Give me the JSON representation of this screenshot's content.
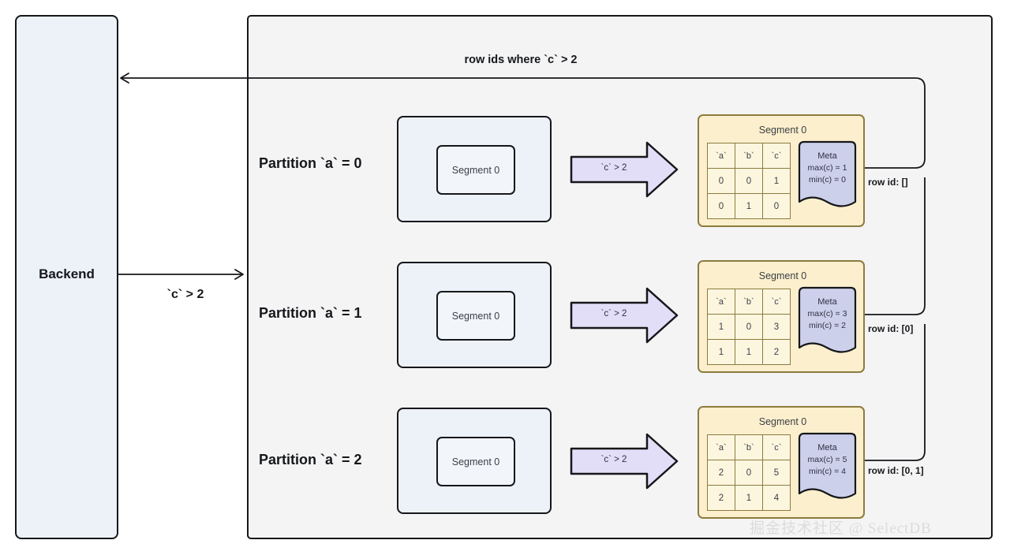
{
  "backend": {
    "label": "Backend"
  },
  "query": {
    "request_label": "`c` > 2",
    "response_label": "row ids where `c` > 2"
  },
  "watermark": "掘金技术社区 @ SelectDB",
  "colors": {
    "backend_fill": "#edf1f8",
    "container_fill": "#f4f4f5",
    "segment_fill": "#fcefcd",
    "segment_border": "#8c7b3e",
    "meta_fill": "#ccd0ea",
    "arrow_fill": "#e2def8",
    "stroke": "#15171a"
  },
  "table_headers": [
    "`a`",
    "`b`",
    "`c`"
  ],
  "partitions": [
    {
      "label": "Partition `a` = 0",
      "segment_box_label": "Segment 0",
      "filter_label": "`c` > 2",
      "card_title": "Segment 0",
      "rows": [
        [
          "0",
          "0",
          "1"
        ],
        [
          "0",
          "1",
          "0"
        ]
      ],
      "meta": {
        "title": "Meta",
        "max": "max(c) = 1",
        "min": "min(c) = 0"
      },
      "row_id": "row id: []"
    },
    {
      "label": "Partition `a` = 1",
      "segment_box_label": "Segment 0",
      "filter_label": "`c` > 2",
      "card_title": "Segment 0",
      "rows": [
        [
          "1",
          "0",
          "3"
        ],
        [
          "1",
          "1",
          "2"
        ]
      ],
      "meta": {
        "title": "Meta",
        "max": "max(c) = 3",
        "min": "min(c) = 2"
      },
      "row_id": "row id: [0]"
    },
    {
      "label": "Partition `a` = 2",
      "segment_box_label": "Segment 0",
      "filter_label": "`c` > 2",
      "card_title": "Segment 0",
      "rows": [
        [
          "2",
          "0",
          "5"
        ],
        [
          "2",
          "1",
          "4"
        ]
      ],
      "meta": {
        "title": "Meta",
        "max": "max(c) = 5",
        "min": "min(c) = 4"
      },
      "row_id": "row id: [0, 1]"
    }
  ]
}
